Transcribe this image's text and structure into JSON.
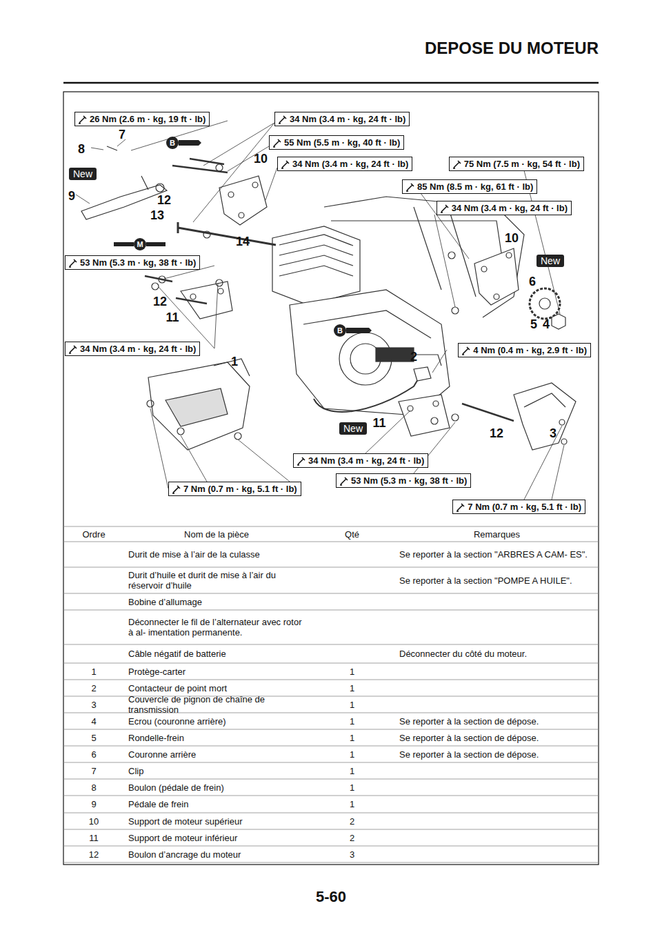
{
  "diagram": {
    "title": "DEPOSE DU MOTEUR",
    "nodes": [
      {
        "text": [
          "26 Nm (2.6 m · kg, 19 ft · lb)"
        ]
      },
      {
        "text": [
          "34 Nm (3.4 m · kg, 24 ft · lb)"
        ]
      },
      {
        "text": [
          "55 Nm (5.5 m · kg, 40 ft · lb)"
        ]
      },
      {
        "text": [
          "34 Nm (3.4 m · kg, 24 ft · lb)"
        ]
      },
      {
        "text": [
          "75 Nm (7.5 m · kg, 54 ft · lb)"
        ]
      },
      {
        "text": [
          "New"
        ]
      },
      {
        "text": [
          "85 Nm (8.5 m · kg, 61 ft · lb)"
        ]
      },
      {
        "text": [
          "34 Nm (3.4 m · kg, 24 ft · lb)"
        ]
      },
      {
        "text": [
          "New"
        ]
      },
      {
        "text": [
          "53 Nm (5.3 m · kg, 38 ft · lb)"
        ]
      },
      {
        "text": [
          "34 Nm (3.4 m · kg, 24 ft · lb)"
        ]
      },
      {
        "text": [
          "4 Nm (0.4 m · kg, 2.9 ft · lb)"
        ]
      },
      {
        "text": [
          "New"
        ]
      },
      {
        "text": [
          "34 Nm (3.4 m · kg, 24 ft · lb)"
        ]
      },
      {
        "text": [
          "53 Nm (5.3 m · kg, 38 ft · lb)"
        ]
      },
      {
        "text": [
          "7 Nm (0.7 m · kg, 5.1 ft · lb)"
        ]
      },
      {
        "text": [
          "7 Nm (0.7 m · kg, 5.1 ft · lb)"
        ]
      }
    ],
    "labels": [
      "7",
      "8",
      "9",
      "10",
      "12",
      "13",
      "14",
      "10",
      "6",
      "5",
      "4",
      "12",
      "11",
      "1",
      "2",
      "11",
      "12",
      "3",
      "B",
      "M",
      "B",
      "5-60",
      "Ordre",
      "Nom de la pièce",
      "Qté",
      "Remarques",
      "Durit de mise à l’air de la culasse",
      "Se reporter à la section \"ARBRES A CAM- ES\".",
      "Durit d’huile et durit de mise à l’air du réservoir d’huile",
      "Se reporter à la section \"POMPE A HUILE\".",
      "Bobine d’allumage",
      "Déconnecter le fil de l’alternateur avec rotor à al- imentation permanente.",
      "Câble négatif de batterie",
      "Déconnecter du côté du moteur.",
      "1",
      "Protège-carter",
      "1",
      "2",
      "Contacteur de point mort",
      "1",
      "3",
      "Couvercle de pignon de chaîne de transmission",
      "1",
      "4",
      "Ecrou (couronne arrière)",
      "1",
      "Se reporter à la section de dépose.",
      "5",
      "Rondelle-frein",
      "1",
      "Se reporter à la section de dépose.",
      "6",
      "Couronne arrière",
      "1",
      "Se reporter à la section de dépose.",
      "7",
      "Clip",
      "1",
      "8",
      "Boulon (pédale de frein)",
      "1",
      "9",
      "Pédale de frein",
      "1",
      "10",
      "Support de moteur supérieur",
      "2",
      "11",
      "Support de moteur inférieur",
      "2",
      "12",
      "Boulon d’ancrage du moteur",
      "3"
    ]
  }
}
